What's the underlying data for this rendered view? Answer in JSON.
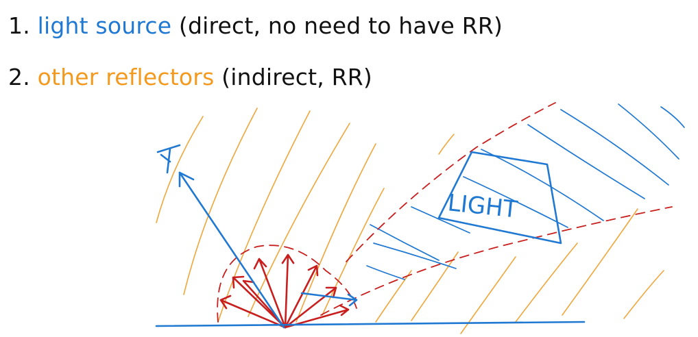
{
  "list": [
    {
      "number": "1.",
      "highlight": "light source",
      "highlight_color": "#1f78d1",
      "rest": "(direct, no need to have RR)"
    },
    {
      "number": "2.",
      "highlight": "other reflectors",
      "highlight_color": "#f39a1e",
      "rest": "(indirect, RR)"
    }
  ],
  "sketch": {
    "light_label": "LIGHT",
    "colors": {
      "direct_paths": "#1f78d1",
      "indirect_rays": "#f0a63a",
      "sampled_directions": "#c81e1e"
    }
  }
}
